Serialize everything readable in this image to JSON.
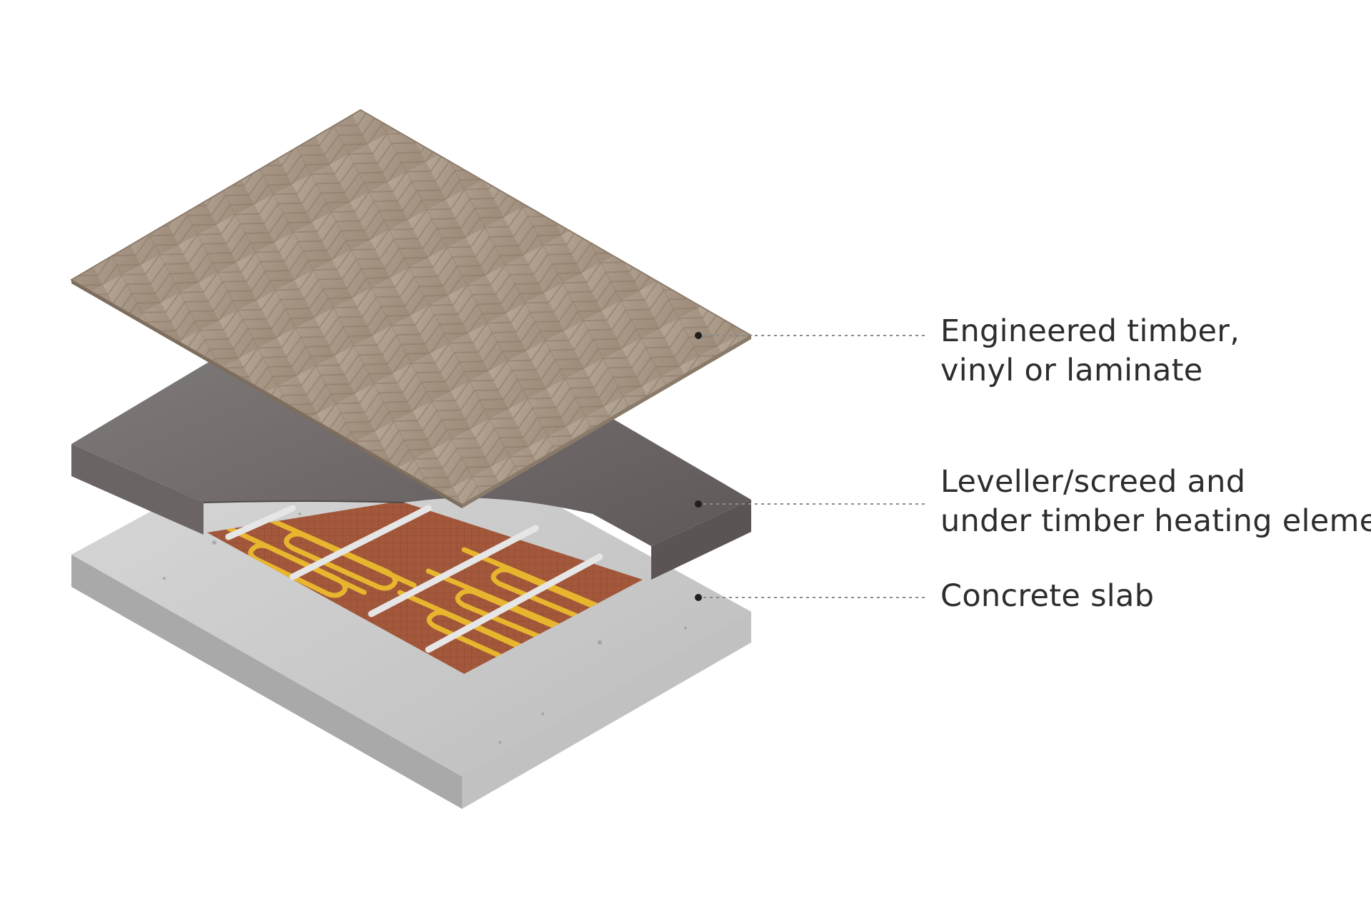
{
  "layers": [
    {
      "id": "timber",
      "lines": [
        "Engineered timber,",
        "vinyl or laminate"
      ]
    },
    {
      "id": "screed",
      "lines": [
        "Leveller/screed  and",
        "under timber heating eleme"
      ]
    },
    {
      "id": "concrete",
      "lines": [
        "Concrete slab"
      ]
    }
  ],
  "colors": {
    "timber": "#a89888",
    "screed": "#6e6767",
    "concrete": "#c7c7c7",
    "heating_mat": "#a0563a",
    "heating_cable": "#e8b62e",
    "leader_line": "#8a8a8a"
  }
}
